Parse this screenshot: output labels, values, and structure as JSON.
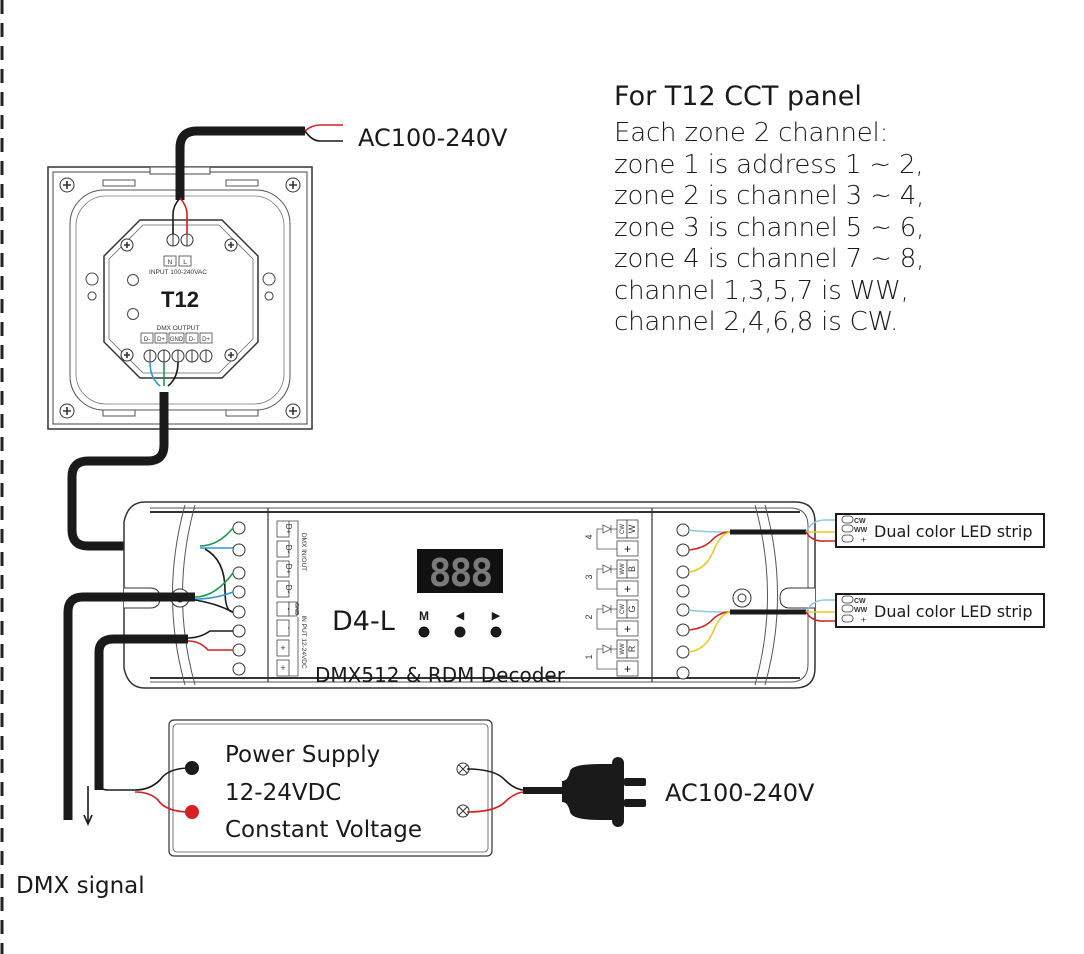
{
  "panel": {
    "model": "T12",
    "input_terminals": [
      "N",
      "L"
    ],
    "input_label": "INPUT 100-240VAC",
    "output_label": "DMX OUTPUT",
    "output_terminals": [
      "D-",
      "D+",
      "GND",
      "D-",
      "D+"
    ],
    "power_label": "AC100-240V"
  },
  "notes": {
    "title": "For T12 CCT panel",
    "lines": [
      "Each zone 2 channel:",
      "zone 1 is address 1 ~ 2,",
      "zone 2 is channel 3 ~ 4,",
      "zone 3 is channel 5 ~ 6,",
      "zone 4 is channel 7 ~ 8,",
      "channel 1,3,5,7 is WW,",
      "channel 2,4,6,8 is CW."
    ]
  },
  "decoder": {
    "model": "D4-L",
    "name": "DMX512 & RDM Decoder",
    "display": "888",
    "buttons": [
      {
        "label": "M"
      },
      {
        "label": "◀"
      },
      {
        "label": "▶"
      }
    ],
    "dmx_terminals": [
      "D+",
      "D-",
      "D+",
      "D-"
    ],
    "dmx_group_label": "DMX IN/OUT",
    "gnd_terminal": "-",
    "gnd_label": "GND",
    "input_terminals": [
      "-",
      "+",
      "+"
    ],
    "input_group_label": "IN PUT 12-24VDC",
    "channels": [
      {
        "number": "4",
        "type": "CW",
        "color": "W",
        "common": "+"
      },
      {
        "number": "3",
        "type": "WW",
        "color": "B",
        "common": "+"
      },
      {
        "number": "2",
        "type": "CW",
        "color": "G",
        "common": "+"
      },
      {
        "number": "1",
        "type": "WW",
        "color": "R",
        "common": "+"
      }
    ]
  },
  "led_strips": [
    {
      "label": "Dual color LED strip",
      "pins": [
        "CW",
        "WW",
        "+"
      ]
    },
    {
      "label": "Dual color LED strip",
      "pins": [
        "CW",
        "WW",
        "+"
      ]
    }
  ],
  "power_supply": {
    "lines": [
      "Power Supply",
      "12-24VDC",
      "Constant Voltage"
    ],
    "ac_label": "AC100-240V"
  },
  "dmx_signal_label": "DMX signal",
  "colors": {
    "wire_black": "#1a1a1a",
    "wire_red": "#d42020",
    "wire_green": "#1a9a4a",
    "wire_blue": "#2a9ad8",
    "wire_lightblue": "#8cc8e8",
    "wire_yellow": "#f0c820",
    "display_bg": "#111111",
    "display_segment": "#7a7a7a"
  }
}
